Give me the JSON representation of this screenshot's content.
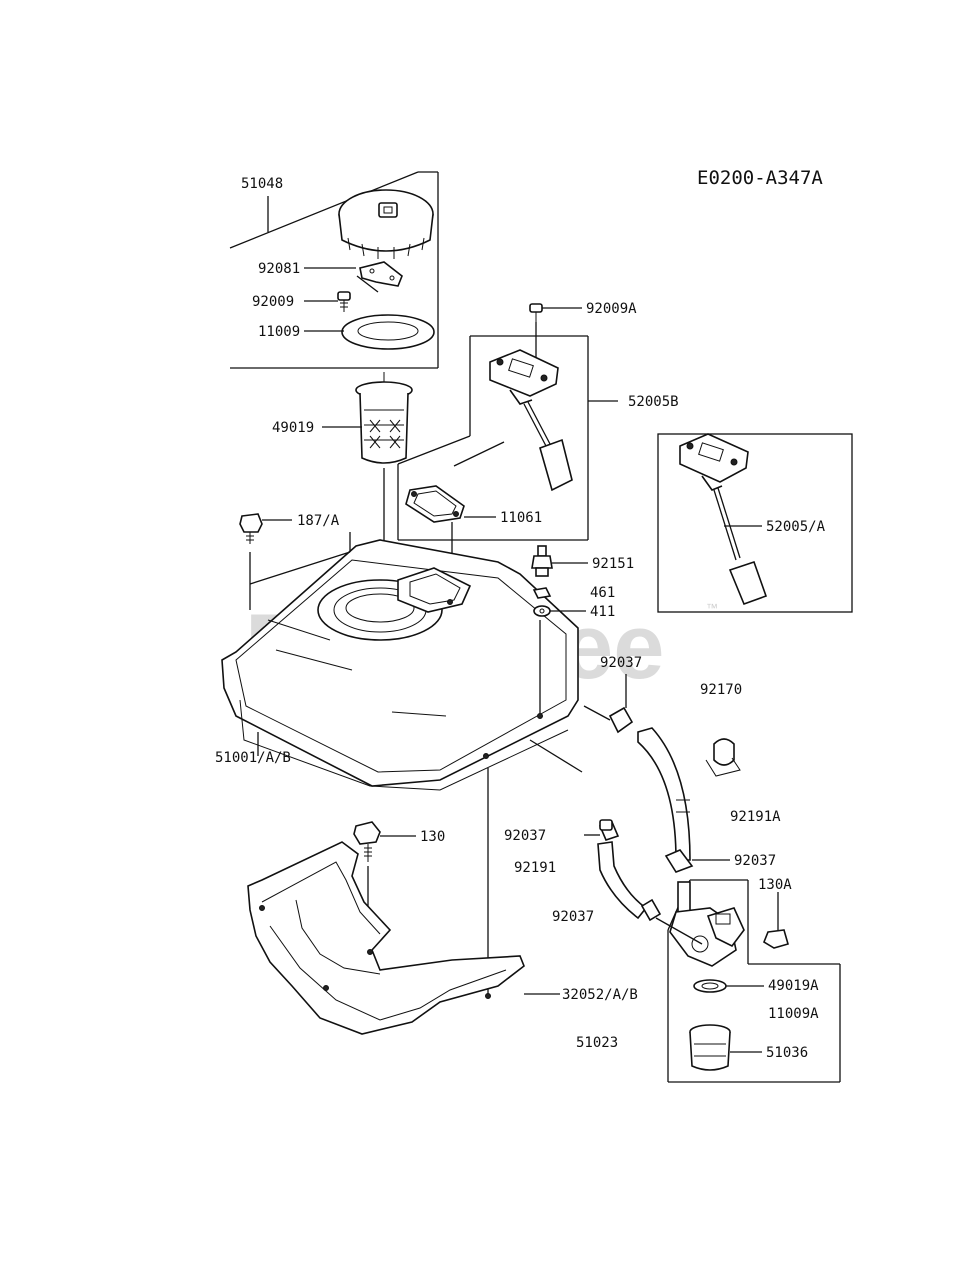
{
  "diagram_code": "E0200-A347A",
  "watermark": "PartsTree",
  "watermark_tm": "™",
  "labels": {
    "51048": "51048",
    "92081": "92081",
    "92009": "92009",
    "11009": "11009",
    "49019": "49019",
    "187A": "187/A",
    "92009A": "92009A",
    "52005B": "52005B",
    "11061": "11061",
    "52005A": "52005/A",
    "92151": "92151",
    "461": "461",
    "411": "411",
    "92037_top": "92037",
    "92170": "92170",
    "51001": "51001/A/B",
    "92037_mid": "92037",
    "92191A": "92191A",
    "130": "130",
    "92191": "92191",
    "92037_right": "92037",
    "130A": "130A",
    "92037_low": "92037",
    "49019A": "49019A",
    "11009A": "11009A",
    "32052": "32052/A/B",
    "51023": "51023",
    "51036": "51036"
  }
}
